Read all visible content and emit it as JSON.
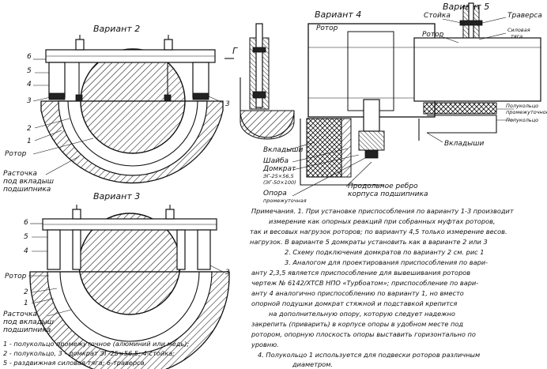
{
  "variants": {
    "v2": "Вариант 2",
    "v3": "Вариант 3",
    "v4": "Вариант 4",
    "v5": "Вариант 5"
  },
  "section_mark": "Г",
  "v2_labels": {
    "n6": "6",
    "n5": "5",
    "n4": "4",
    "n3": "3",
    "n3r": "3",
    "n2": "2",
    "n1": "1",
    "rotor": "Ротор",
    "bore_1": "Расточка",
    "bore_2": "под вкладыш",
    "bore_3": "подшипника"
  },
  "v3_labels": {
    "n6": "6",
    "n5": "5",
    "n4": "4",
    "n3": "3",
    "n2": "2",
    "n1": "1",
    "rotor": "Ротор",
    "bore_1": "Расточка",
    "bore_2": "под вкладыш",
    "bore_3": "подшипника"
  },
  "v4_labels": {
    "rotor": "Ротор",
    "liners": "Вкладыши",
    "washer": "Шайба",
    "jack": "Домкрат",
    "jack_spec1": "ЭГ-25×56,5",
    "jack_spec2": "(ЭГ-50×100)",
    "support": "Опора",
    "support_sub": "промежуточная",
    "rib_1": "Продольное ребро",
    "rib_2": "корпуса подшипника"
  },
  "v5_labels": {
    "post": "Стойка",
    "traverse": "Траверса",
    "rod_1": "Силовая",
    "rod_2": "тяга",
    "rotor": "Ротор",
    "half_1": "Полукольцо",
    "half_2": "промежуточное",
    "half_3": "Полукольцо",
    "liners": "Вкладыши"
  },
  "legend": [
    "1 - полукольцо промежуточное (алюминий или медь);",
    "2 - полукольцо, 3 - домкрат ЭГ-25×56,5; 4-стойка;",
    "5 - раздвижная силовая тяга; 6-траверса."
  ],
  "notes": [
    "Примечания. 1. При установке приспособления по варианту 1-3 производит",
    "измерение как опорных реакций при собранных муфтах роторов,",
    "так и весовых нагрузок роторов; по варианту 4,5 только измерение весов.",
    "нагрузок. В варианте 5 домкраты установить как в варианте 2 или 3",
    "2. Схему подключения домкратов по варианту 2 см. рис 1",
    "3. Аналогом для проектирования приспособления по вари-",
    "анту 2,3,5 является приспособление для вывешивания роторов",
    "чертеж № 6142/ХТСВ НПО «Турбоатом»; приспособление по вари-",
    "анту 4 аналогично приспособлению по варианту 1, но вместо",
    "опорной подушки домкрат стяжной и подставкой крепится",
    "на дополнительную опору, которую следует надежно",
    "закрепить (приварить) в корпусе опоры в удобном месте под",
    "ротором, опорную плоскость опоры выставить горизонтально по",
    "уровню.",
    "4. Полукольцо 1 используется для подвески роторов различным",
    "диаметром."
  ]
}
